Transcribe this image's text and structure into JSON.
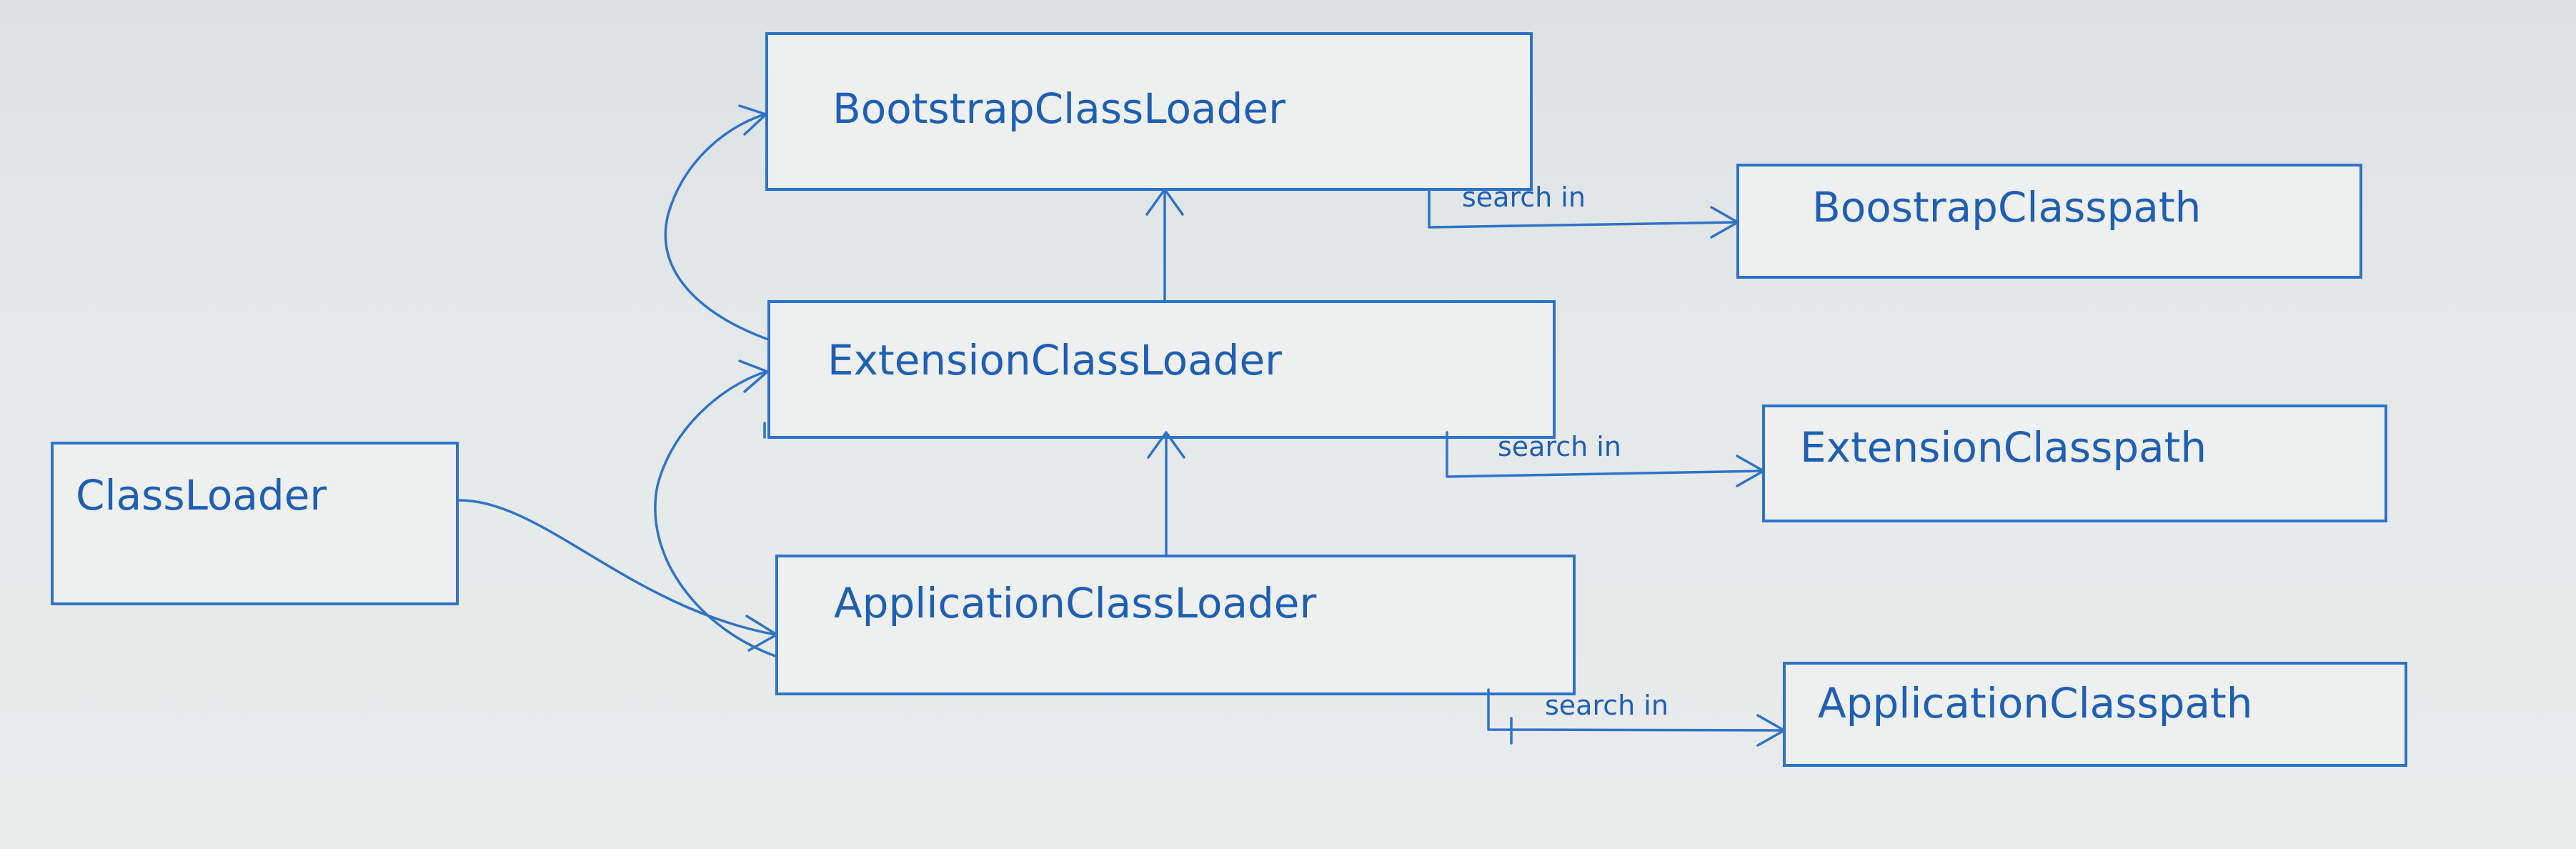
{
  "diagram": {
    "nodes": {
      "classloader": "ClassLoader",
      "bootstrap_loader": "BootstrapClassLoader",
      "extension_loader": "ExtensionClassLoader",
      "application_loader": "ApplicationClassLoader",
      "bootstrap_classpath": "BoostrapClasspath",
      "extension_classpath": "ExtensionClasspath",
      "application_classpath": "ApplicationClasspath"
    },
    "edges": {
      "bootstrap_search": "search in",
      "extension_search": "search in",
      "application_search": "search in"
    },
    "colors": {
      "stroke": "#2f73c7",
      "text": "#1f5fb3",
      "background": "#e6e9ea"
    }
  }
}
